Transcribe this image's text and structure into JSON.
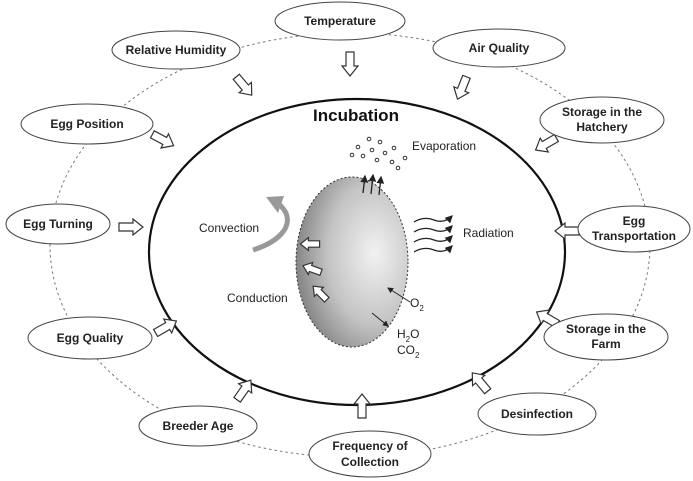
{
  "title": "Incubation",
  "factors": {
    "temperature": [
      "Temperature"
    ],
    "air_quality": [
      "Air Quality"
    ],
    "storage_hatchery": [
      "Storage in the",
      "Hatchery"
    ],
    "egg_transportation": [
      "Egg",
      "Transportation"
    ],
    "storage_farm": [
      "Storage in the",
      "Farm"
    ],
    "desinfection": [
      "Desinfection"
    ],
    "frequency_collection": [
      "Frequency of",
      "Collection"
    ],
    "breeder_age": [
      "Breeder Age"
    ],
    "egg_quality": [
      "Egg Quality"
    ],
    "egg_turning": [
      "Egg Turning"
    ],
    "egg_position": [
      "Egg Position"
    ],
    "relative_humidity": [
      "Relative Humidity"
    ]
  },
  "processes": {
    "evaporation": "Evaporation",
    "convection": "Convection",
    "radiation": "Radiation",
    "conduction": "Conduction"
  },
  "gases": {
    "o2": {
      "base": "O",
      "sub": "2"
    },
    "h2o": {
      "base": "H",
      "sub": "2",
      "tail": "O"
    },
    "co2": {
      "base": "CO",
      "sub": "2"
    }
  }
}
